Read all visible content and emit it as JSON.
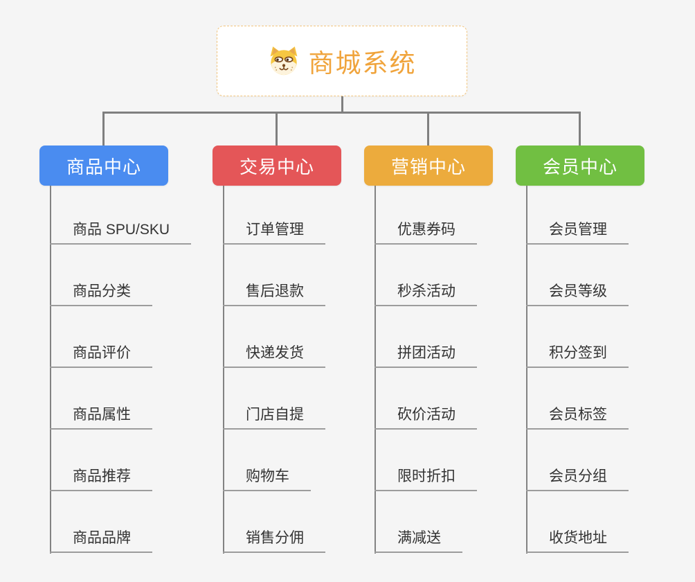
{
  "canvas": {
    "background": "#f5f5f5",
    "connector_color": "#7f7f7f",
    "underline_color": "#9c9c9c"
  },
  "root": {
    "title": "商城系统",
    "icon": "dog-face-icon",
    "text_color": "#f0a43c",
    "border_color": "#f2c57d"
  },
  "branches": [
    {
      "label": "商品中心",
      "color": "#4a8cf0",
      "children": [
        "商品 SPU/SKU",
        "商品分类",
        "商品评价",
        "商品属性",
        "商品推荐",
        "商品品牌"
      ]
    },
    {
      "label": "交易中心",
      "color": "#e45658",
      "children": [
        "订单管理",
        "售后退款",
        "快递发货",
        "门店自提",
        "购物车",
        "销售分佣"
      ]
    },
    {
      "label": "营销中心",
      "color": "#ecab3d",
      "children": [
        "优惠券码",
        "秒杀活动",
        "拼团活动",
        "砍价活动",
        "限时折扣",
        "满减送"
      ]
    },
    {
      "label": "会员中心",
      "color": "#71bf42",
      "children": [
        "会员管理",
        "会员等级",
        "积分签到",
        "会员标签",
        "会员分组",
        "收货地址"
      ]
    }
  ]
}
